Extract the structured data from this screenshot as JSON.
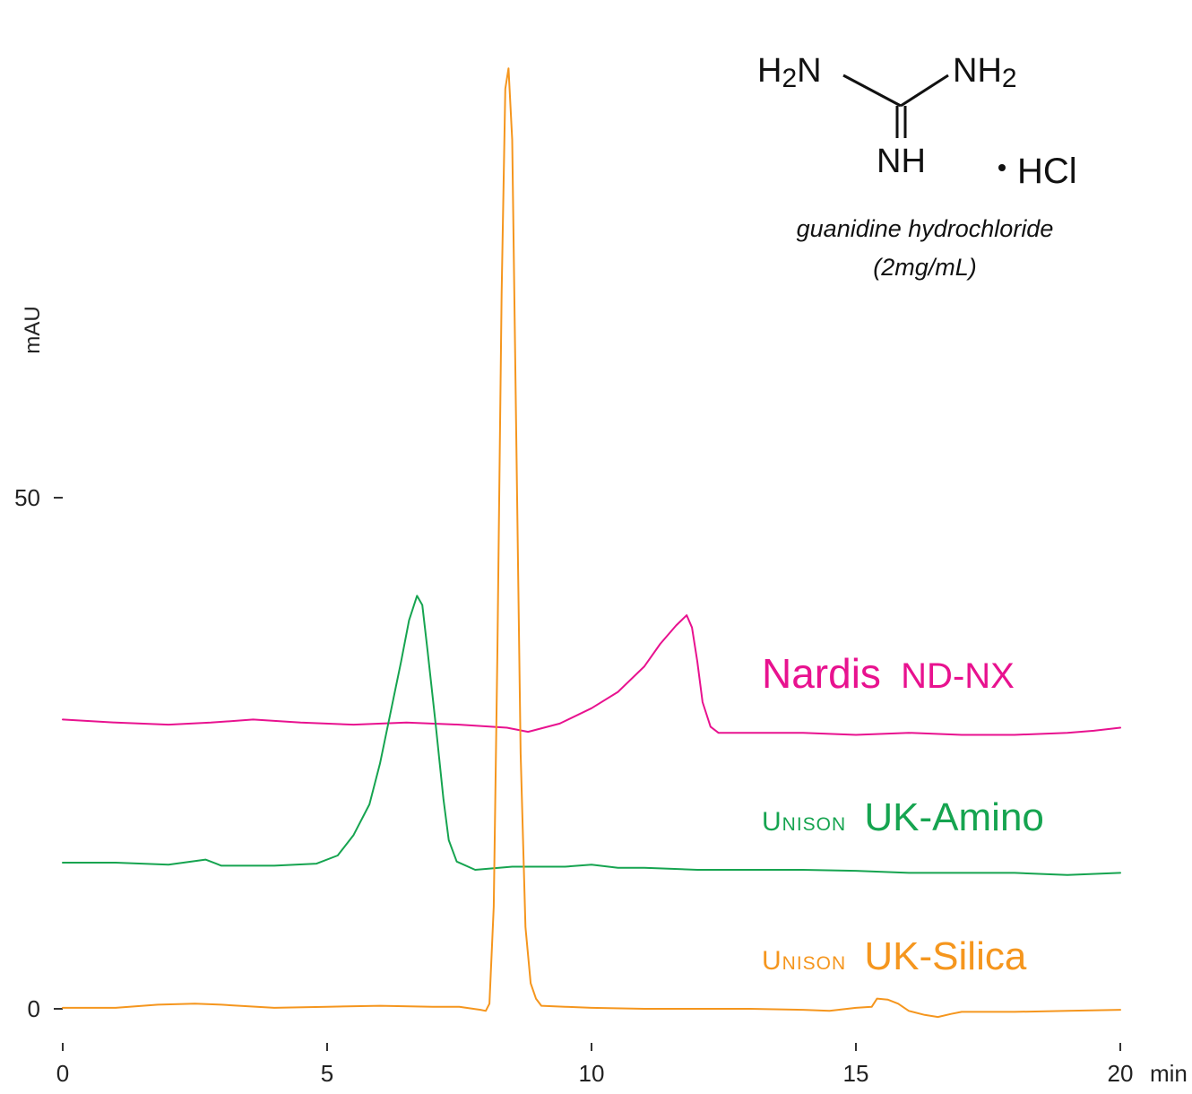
{
  "chart_data": {
    "type": "line",
    "xlabel": "",
    "ylabel": "mAU",
    "x_unit": "min",
    "xlim": [
      0,
      20
    ],
    "ylim": [
      -8,
      95
    ],
    "x_ticks": [
      0,
      5,
      10,
      15,
      20
    ],
    "x_tick_labels": [
      "0",
      "5",
      "10",
      "15",
      "20"
    ],
    "y_ticks": [
      0,
      50
    ],
    "y_tick_labels": [
      "0",
      "50"
    ],
    "grid": false,
    "legend": "inline-right",
    "annotation": {
      "structure": {
        "left_group": "H2N",
        "right_group": "NH2",
        "bottom_group": "NH",
        "salt": "HCl"
      },
      "compound_name": "guanidine hydrochloride",
      "concentration": "(2mg/mL)"
    },
    "series": [
      {
        "brand": "Nardis",
        "model": "ND-NX",
        "color": "#e8128f",
        "points": [
          [
            0,
            28.3
          ],
          [
            1,
            28.0
          ],
          [
            2,
            27.8
          ],
          [
            2.8,
            28.0
          ],
          [
            3.6,
            28.3
          ],
          [
            4.5,
            28.0
          ],
          [
            5.5,
            27.8
          ],
          [
            6.5,
            28.0
          ],
          [
            7.5,
            27.8
          ],
          [
            8.4,
            27.5
          ],
          [
            8.8,
            27.1
          ],
          [
            9.4,
            27.9
          ],
          [
            10,
            29.4
          ],
          [
            10.5,
            31.0
          ],
          [
            11,
            33.5
          ],
          [
            11.3,
            35.7
          ],
          [
            11.6,
            37.5
          ],
          [
            11.8,
            38.5
          ],
          [
            11.9,
            37.3
          ],
          [
            12,
            34.0
          ],
          [
            12.1,
            30.0
          ],
          [
            12.25,
            27.6
          ],
          [
            12.4,
            27.0
          ],
          [
            13,
            27.0
          ],
          [
            14,
            27.0
          ],
          [
            15,
            26.8
          ],
          [
            16,
            27.0
          ],
          [
            17,
            26.8
          ],
          [
            18,
            26.8
          ],
          [
            19,
            27.0
          ],
          [
            19.5,
            27.2
          ],
          [
            20,
            27.5
          ]
        ]
      },
      {
        "brand": "Unison",
        "model": "UK-Amino",
        "color": "#16a450",
        "points": [
          [
            0,
            14.3
          ],
          [
            1,
            14.3
          ],
          [
            2,
            14.1
          ],
          [
            2.7,
            14.6
          ],
          [
            2.9,
            14.2
          ],
          [
            3,
            14.0
          ],
          [
            4,
            14.0
          ],
          [
            4.8,
            14.2
          ],
          [
            5.2,
            15.0
          ],
          [
            5.5,
            17.0
          ],
          [
            5.8,
            20.0
          ],
          [
            6.0,
            24.0
          ],
          [
            6.2,
            29.0
          ],
          [
            6.4,
            34.0
          ],
          [
            6.55,
            38.0
          ],
          [
            6.7,
            40.4
          ],
          [
            6.8,
            39.5
          ],
          [
            6.9,
            35.0
          ],
          [
            7.05,
            28.0
          ],
          [
            7.2,
            20.5
          ],
          [
            7.3,
            16.5
          ],
          [
            7.45,
            14.4
          ],
          [
            7.8,
            13.6
          ],
          [
            8.5,
            13.9
          ],
          [
            9.5,
            13.9
          ],
          [
            10,
            14.1
          ],
          [
            10.5,
            13.8
          ],
          [
            11,
            13.8
          ],
          [
            12,
            13.6
          ],
          [
            13,
            13.6
          ],
          [
            14,
            13.6
          ],
          [
            15,
            13.5
          ],
          [
            16,
            13.3
          ],
          [
            17,
            13.3
          ],
          [
            18,
            13.3
          ],
          [
            19,
            13.1
          ],
          [
            20,
            13.3
          ]
        ]
      },
      {
        "brand": "Unison",
        "model": "UK-Silica",
        "color": "#f5961e",
        "points": [
          [
            0,
            0.1
          ],
          [
            1,
            0.1
          ],
          [
            1.8,
            0.4
          ],
          [
            2.5,
            0.5
          ],
          [
            3,
            0.4
          ],
          [
            4,
            0.1
          ],
          [
            5,
            0.2
          ],
          [
            6,
            0.3
          ],
          [
            7,
            0.2
          ],
          [
            7.5,
            0.2
          ],
          [
            7.9,
            -0.1
          ],
          [
            8.0,
            -0.2
          ],
          [
            8.07,
            0.5
          ],
          [
            8.15,
            10.0
          ],
          [
            8.22,
            35.0
          ],
          [
            8.3,
            70.0
          ],
          [
            8.37,
            90.0
          ],
          [
            8.43,
            92.0
          ],
          [
            8.5,
            85.0
          ],
          [
            8.58,
            55.0
          ],
          [
            8.66,
            25.0
          ],
          [
            8.75,
            8.0
          ],
          [
            8.85,
            2.5
          ],
          [
            8.95,
            1.0
          ],
          [
            9.05,
            0.3
          ],
          [
            9.5,
            0.2
          ],
          [
            10,
            0.1
          ],
          [
            11,
            0.0
          ],
          [
            12,
            0.0
          ],
          [
            13,
            0.0
          ],
          [
            14,
            -0.1
          ],
          [
            14.5,
            -0.2
          ],
          [
            15,
            0.1
          ],
          [
            15.3,
            0.2
          ],
          [
            15.4,
            1.0
          ],
          [
            15.6,
            0.9
          ],
          [
            15.8,
            0.5
          ],
          [
            16,
            -0.2
          ],
          [
            16.3,
            -0.6
          ],
          [
            16.55,
            -0.8
          ],
          [
            16.8,
            -0.5
          ],
          [
            17,
            -0.3
          ],
          [
            18,
            -0.3
          ],
          [
            19,
            -0.2
          ],
          [
            20,
            -0.1
          ]
        ]
      }
    ]
  }
}
